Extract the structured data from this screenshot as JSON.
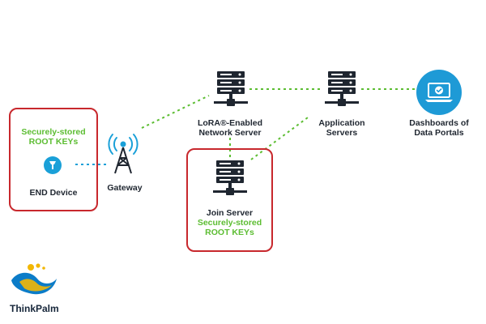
{
  "colors": {
    "accent_red": "#c8282d",
    "key_green": "#5cbd32",
    "device_blue": "#1aa0d8",
    "server_dark": "#1f2630",
    "dashboard_blue": "#1e9ad6",
    "logo_yellow": "#f2b705",
    "logo_blue": "#0b7cc8"
  },
  "end_device": {
    "key_line1": "Securely-stored",
    "key_line2": "ROOT KEYs",
    "label": "END Device",
    "icon": "fob-icon"
  },
  "gateway": {
    "label": "Gateway",
    "icon": "antenna-tower-icon"
  },
  "network_server": {
    "line1": "LoRA®-Enabled",
    "line2": "Network Server",
    "icon": "server-rack-icon"
  },
  "app_servers": {
    "line1": "Application",
    "line2": "Servers",
    "icon": "server-rack-icon"
  },
  "dashboards": {
    "line1": "Dashboards of",
    "line2": "Data Portals",
    "icon": "laptop-check-icon"
  },
  "join_server": {
    "label": "Join Server",
    "key_line1": "Securely-stored",
    "key_line2": "ROOT KEYs",
    "icon": "server-rack-icon"
  },
  "brand": {
    "name": "ThinkPalm",
    "icon": "thinkpalm-logo-icon"
  }
}
